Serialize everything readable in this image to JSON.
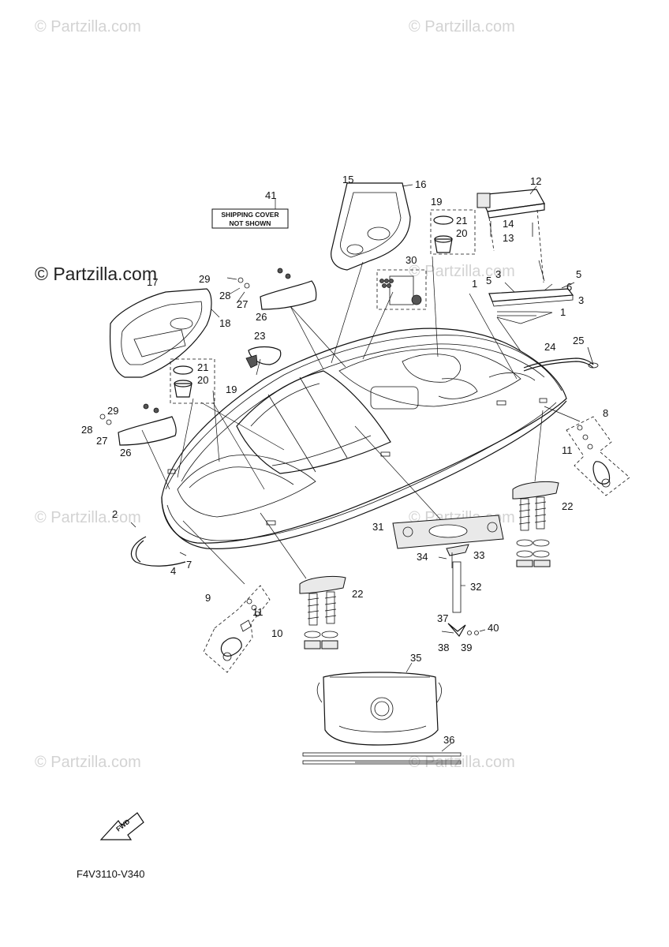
{
  "watermarks": {
    "corner": "© Partzilla.com",
    "main": "© Partzilla.com"
  },
  "note": {
    "line1": "SHIPPING COVER",
    "line2": "NOT SHOWN"
  },
  "diagram_code": "F4V3110-V340",
  "fwd_label": "FWD",
  "callouts": {
    "n1a": "1",
    "n1b": "1",
    "n2": "2",
    "n3a": "3",
    "n3b": "3",
    "n4": "4",
    "n5a": "5",
    "n5b": "5",
    "n6": "6",
    "n7": "7",
    "n8": "8",
    "n9": "9",
    "n10": "10",
    "n11a": "11",
    "n11b": "11",
    "n12": "12",
    "n13": "13",
    "n14": "14",
    "n15": "15",
    "n16": "16",
    "n17": "17",
    "n18": "18",
    "n19a": "19",
    "n19b": "19",
    "n20a": "20",
    "n20b": "20",
    "n21a": "21",
    "n21b": "21",
    "n22a": "22",
    "n22b": "22",
    "n23": "23",
    "n24": "24",
    "n25": "25",
    "n26a": "26",
    "n26b": "26",
    "n27a": "27",
    "n27b": "27",
    "n28a": "28",
    "n28b": "28",
    "n29a": "29",
    "n29b": "29",
    "n30": "30",
    "n31": "31",
    "n32": "32",
    "n33": "33",
    "n34": "34",
    "n35": "35",
    "n36": "36",
    "n37": "37",
    "n38": "38",
    "n39": "39",
    "n40": "40",
    "n41": "41"
  }
}
